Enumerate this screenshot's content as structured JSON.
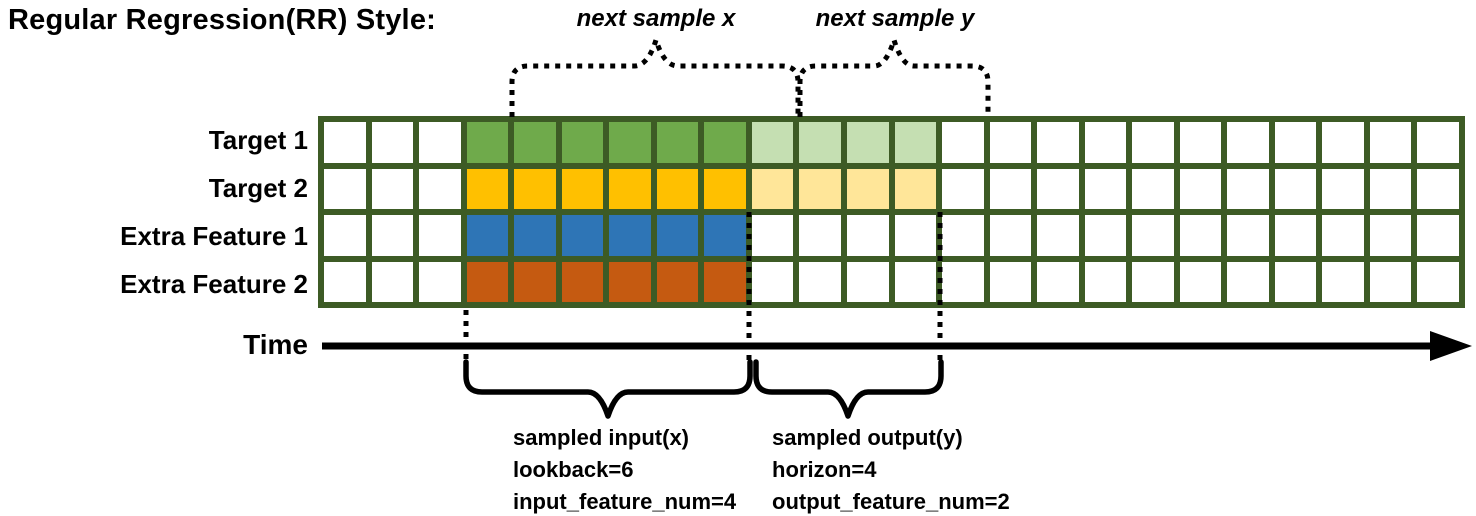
{
  "header": {
    "title": "Regular Regression(RR) Style:"
  },
  "annotations": {
    "next_sample_x": "next sample x",
    "next_sample_y": "next sample y",
    "sampled_input": {
      "line1": "sampled input(x)",
      "line2": "lookback=6",
      "line3": "input_feature_num=4"
    },
    "sampled_output": {
      "line1": "sampled output(y)",
      "line2": "horizon=4",
      "line3": "output_feature_num=2"
    }
  },
  "axis": {
    "label": "Time"
  },
  "grid": {
    "columns": 24,
    "input_col_start": 3,
    "input_col_count": 6,
    "output_col_start": 9,
    "output_col_count": 4,
    "border_color": "#3D5B25",
    "cell_color": "#FFFFFF",
    "rows": [
      {
        "label": "Target 1",
        "input_color": "#6FAA4B",
        "output_color": "#C5DFB2"
      },
      {
        "label": "Target 2",
        "input_color": "#FFC000",
        "output_color": "#FFE699"
      },
      {
        "label": "Extra Feature 1",
        "input_color": "#2E75B6",
        "output_color": null
      },
      {
        "label": "Extra Feature 2",
        "input_color": "#C55A11",
        "output_color": null
      }
    ]
  },
  "colors": {
    "ink": "#000000",
    "background": "#FFFFFF"
  }
}
